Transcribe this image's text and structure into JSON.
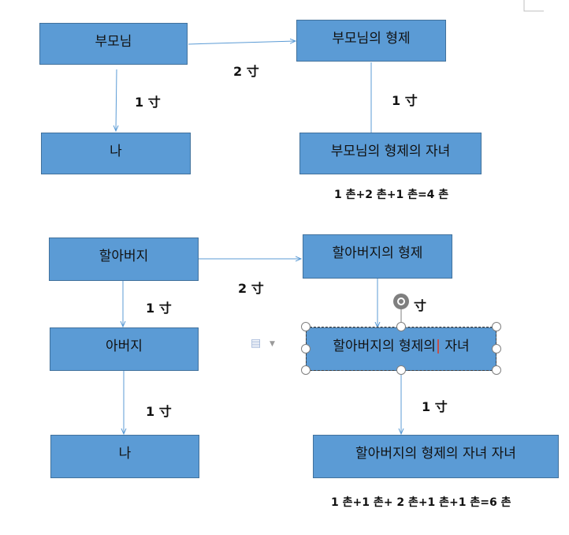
{
  "top": {
    "box_parents": "부모님",
    "box_parents_siblings": "부모님의 형제",
    "box_me": "나",
    "box_parents_siblings_children": "부모님의 형제의 자녀",
    "edge_parents_to_me": "1 寸",
    "edge_parents_to_siblings": "2 寸",
    "edge_siblings_to_children": "1 寸",
    "formula": "1 촌+2 촌+1 촌=4 촌"
  },
  "bottom": {
    "box_grandfather": "할아버지",
    "box_grandfather_siblings": "할아버지의 형제",
    "box_father": "아버지",
    "box_grandfather_siblings_children_before": "할아버지의 형제의",
    "box_grandfather_siblings_children_after": " 자녀",
    "box_me": "나",
    "box_grandchildren": "할아버지의 형제의 자녀 자녀",
    "edge_grandfather_to_father": "1 寸",
    "edge_grandfather_to_siblings": "2 寸",
    "edge_siblings_to_children": "寸",
    "edge_father_to_me": "1 寸",
    "edge_children_to_grandchildren": "1 寸",
    "formula": "1 촌+1 촌+ 2 촌+1 촌+1 촌=6 촌"
  },
  "colors": {
    "box_fill": "#5b9bd5",
    "box_border": "#41719c",
    "connector": "#5b9bd5"
  },
  "icons": {
    "rotate": "rotate-handle-icon",
    "paste": "paste-options-icon"
  }
}
